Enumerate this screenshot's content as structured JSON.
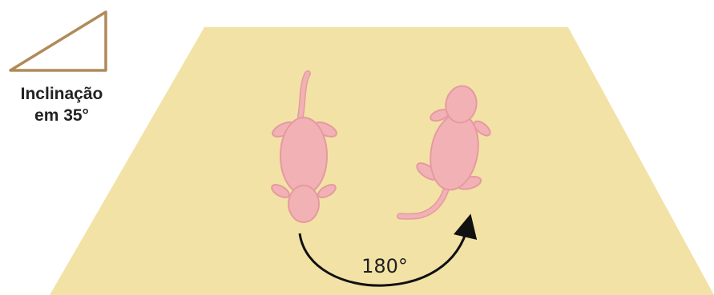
{
  "incline": {
    "line1": "Inclinação",
    "line2": "em 35°"
  },
  "rotation": {
    "label": "180°"
  },
  "colors": {
    "platform": "#f2e2a6",
    "incline_icon": "#b08a5a",
    "mouse_fill": "#f2b2b5",
    "mouse_outline": "#e59aa0",
    "arrow": "#111111"
  }
}
